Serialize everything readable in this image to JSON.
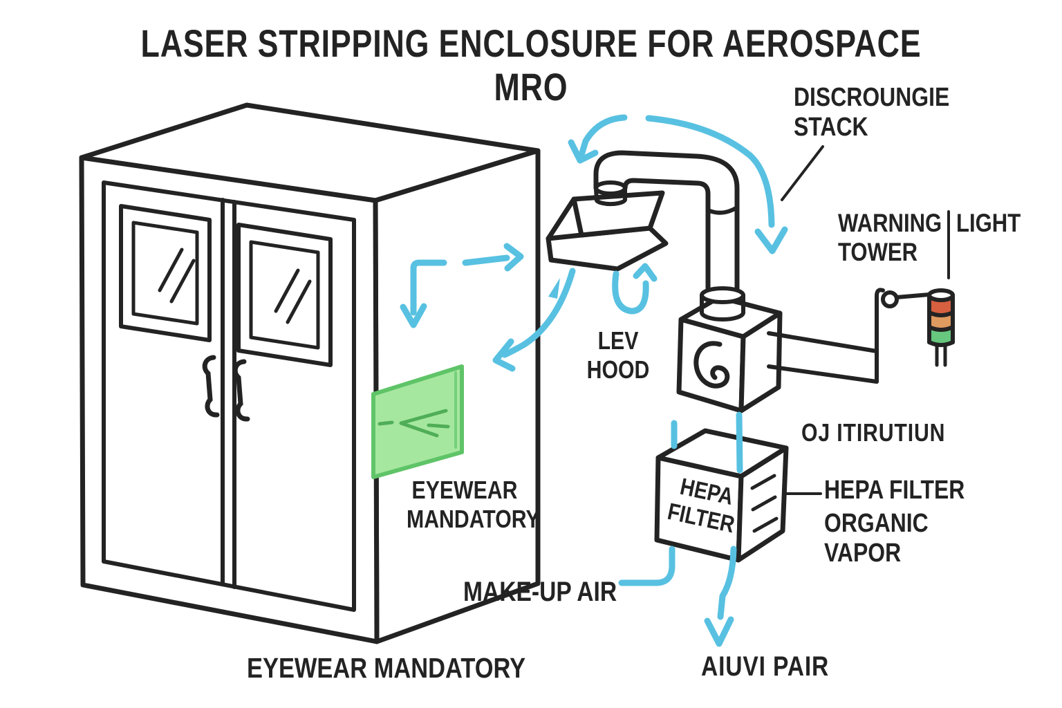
{
  "title": "LASER STRIPPING ENCLOSURE FOR AEROSPACE MRO",
  "labels": {
    "discharge_stack": "DISCROUNGIE\nSTACK",
    "warning": "WARNING",
    "light": "LIGHT",
    "tower": "TOWER",
    "lev_hood": "LEV\nHOOD",
    "distribution": "OJ ITIRUTIUN",
    "hepa_filter_callout": "HEPA FILTER",
    "organic_vapor": "ORGANIC\nVAPOR",
    "hepa_filter_box": "HEPA\nFILTER",
    "eyewear_side": "EYEWEAR\nMANDATORY",
    "makeup_air": "MAKE-UP AIR",
    "air_out": "AIUVI PAIR",
    "eyewear_bottom": "EYEWEAR MANDATORY"
  },
  "colors": {
    "background": "#ffffff",
    "ink": "#232323",
    "flow_blue": "#58c1e1",
    "sign_green_fill": "#a6e79f",
    "sign_green_border": "#5fc468",
    "sign_green_glyph": "#4fae57",
    "tower_red": "#d6603f",
    "tower_orange": "#df9a5f",
    "tower_green": "#67c77e"
  }
}
